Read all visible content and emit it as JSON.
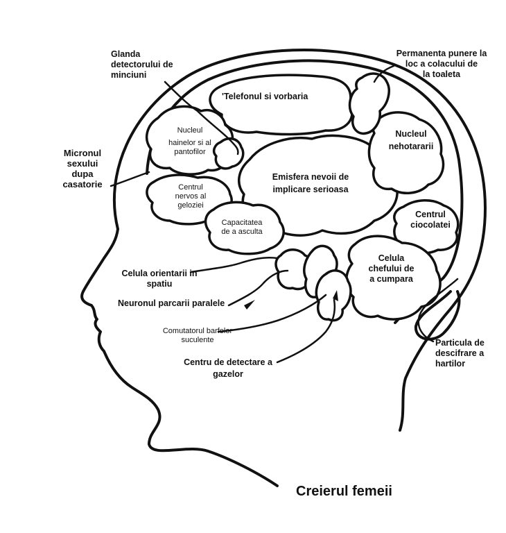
{
  "title": "Creierul femeii",
  "labels": {
    "glanda": [
      "Glanda",
      "detectorului de",
      "minciuni"
    ],
    "permanenta": [
      "Permanenta punere la",
      "loc a colacului de",
      "la toaleta"
    ],
    "telefonul": "'Telefonul si vorbaria",
    "nucleu_haine": [
      "Nucleul",
      "hainelor si al",
      "pantofilor"
    ],
    "nucleu_nehotarare": [
      "Nucleul",
      "nehotararii"
    ],
    "micronul": [
      "Micronul",
      "sexului",
      "dupa",
      "casatorie"
    ],
    "emisfera": [
      "Emisfera nevoii de",
      "implicare serioasa"
    ],
    "centrul_gelozie": [
      "Centrul",
      "nervos al",
      "geloziei"
    ],
    "capacitatea": [
      "Capacitatea",
      "de a asculta"
    ],
    "centrul_ciocolata": [
      "Centrul",
      "ciocolatei"
    ],
    "celula_chef": [
      "Celula",
      "chefului de",
      "a cumpara"
    ],
    "celula_orientare": [
      "Celula orientarii in",
      "spatiu"
    ],
    "neuronul": "Neuronul parcarii paralele",
    "comutatorul": [
      "Comutatorul barfelor",
      "suculente"
    ],
    "centru_gaze": [
      "Centru de detectare a",
      "gazelor"
    ],
    "particula": [
      "Particula de",
      "descifrare a",
      "hartilor"
    ]
  }
}
